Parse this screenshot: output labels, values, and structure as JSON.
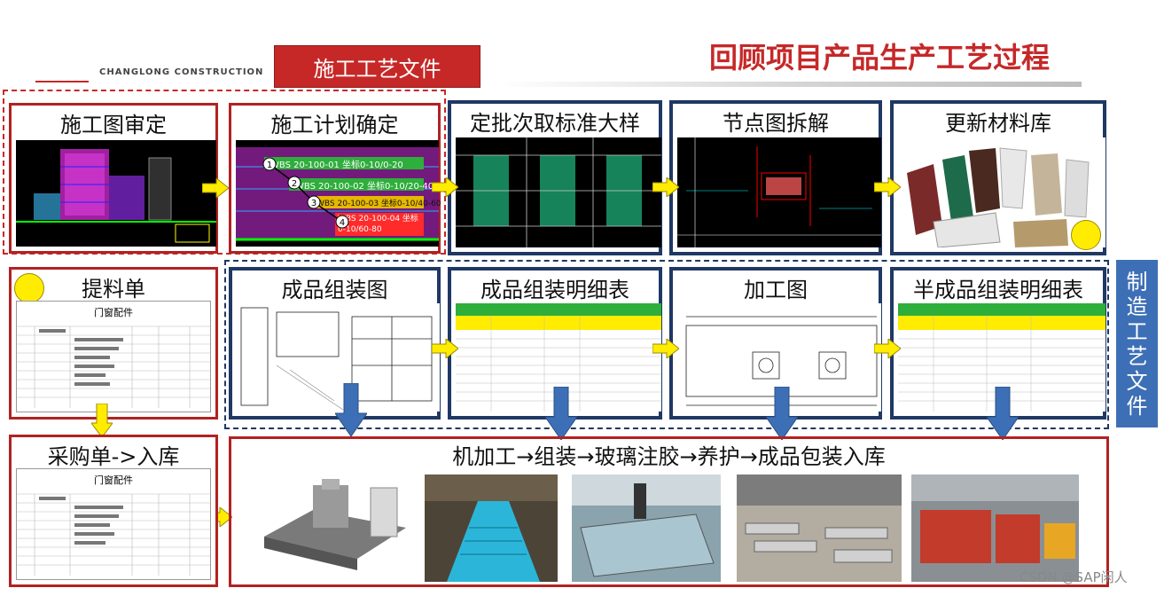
{
  "header": {
    "tag": "施工工艺文件",
    "title": "回顾项目产品生产工艺过程",
    "logo_text": "CHANGLONG CONSTRUCTION"
  },
  "top_row": [
    {
      "label": "施工图审定"
    },
    {
      "label": "施工计划确定"
    },
    {
      "label": "定批次取标准大样"
    },
    {
      "label": "节点图拆解"
    },
    {
      "label": "更新材料库"
    }
  ],
  "wbs_tags": [
    {
      "num": "1",
      "text": "WBS 20-100-01 坐标0-10/0-20"
    },
    {
      "num": "2",
      "text": "WBS 20-100-02 坐标0-10/20-40"
    },
    {
      "num": "3",
      "text": "WBS 20-100-03 坐标0-10/40-60"
    },
    {
      "num": "4",
      "text": "WBS 20-100-04 坐标0-10/60-80"
    }
  ],
  "middle_row": [
    {
      "label": "提料单"
    },
    {
      "label": "成品组装图"
    },
    {
      "label": "成品组装明细表"
    },
    {
      "label": "加工图"
    },
    {
      "label": "半成品组装明细表"
    }
  ],
  "sheet_title": "门窗配件",
  "purchase_label": "采购单->入库",
  "sidebar_chars": [
    "制",
    "造",
    "工",
    "艺",
    "文",
    "件"
  ],
  "process_title": "机加工→组装→玻璃注胶→养护→成品包装入库",
  "photos": [
    "cnc-machine",
    "assembly-line",
    "glass-gluing",
    "curing-yard",
    "packing-warehouse"
  ],
  "credit": "CSDN @SAP闲人",
  "colors": {
    "red": "#c62828",
    "navy": "#1f3864",
    "blue": "#3d6fb6",
    "yellow": "#ffec00",
    "green": "#2eae3a"
  }
}
